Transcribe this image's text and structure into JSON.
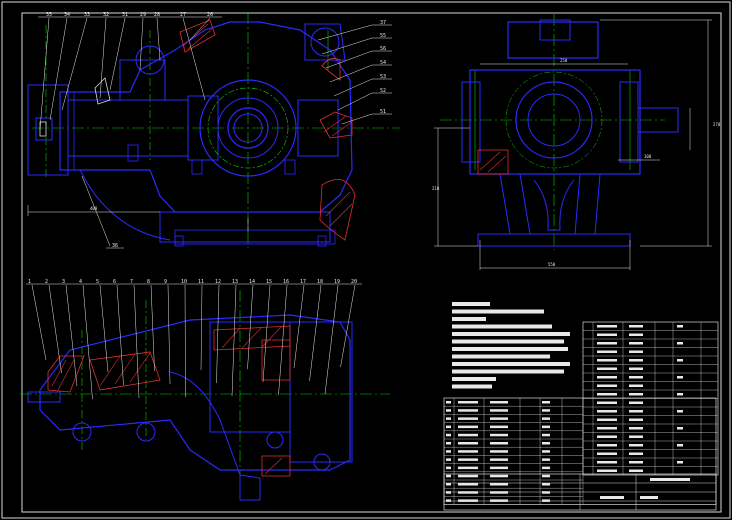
{
  "drawing": {
    "background": "#000000",
    "colors": {
      "frame": "#d8d8d8",
      "outline": "#2a2aff",
      "center": "#00d000",
      "hatch": "#e03030",
      "leader": "#e8e8e8",
      "dimension": "#e8e8e8",
      "hidden": "#7070ff",
      "cyan": "#20c0e0"
    },
    "front_view": {
      "balloons_top": [
        "35",
        "34",
        "33",
        "32",
        "31",
        "29",
        "28",
        "27",
        "26"
      ],
      "balloons_right": [
        "37",
        "55",
        "56",
        "54",
        "53",
        "52",
        "51"
      ],
      "balloon_bottom": "36"
    },
    "side_view": {
      "dimensions": [
        "250",
        "270",
        "210",
        "100",
        "550"
      ]
    },
    "section_view": {
      "balloons_top": [
        "1",
        "2",
        "3",
        "4",
        "5",
        "6",
        "7",
        "8",
        "9",
        "10",
        "11",
        "12",
        "13",
        "14",
        "15",
        "16",
        "17",
        "18",
        "19",
        "20"
      ]
    },
    "notes_block": {
      "line_count": 12
    },
    "parts_list": {
      "rows": 13,
      "columns": 8
    },
    "title_block": {
      "rows": 4
    }
  }
}
